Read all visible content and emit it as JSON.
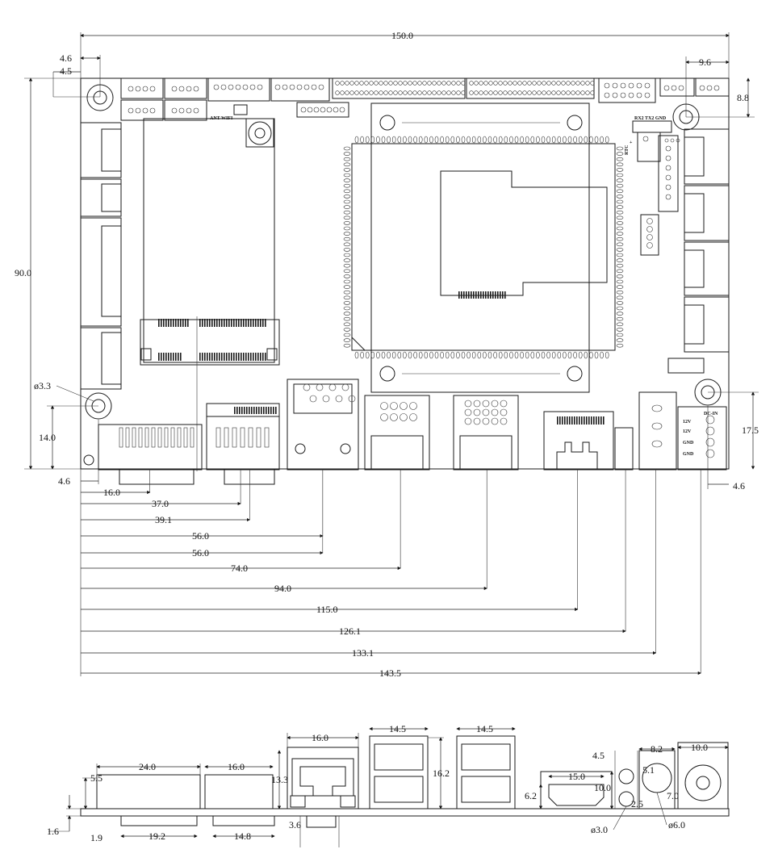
{
  "top_view": {
    "dims": {
      "width": "150.0",
      "height": "90.0",
      "left_margin_top": "4.6",
      "left_hole_offset": "4.5",
      "right_margin": "9.6",
      "right_hole_offset": "8.8",
      "hole_diameter": "ø3.3",
      "left_hole_height": "14.0",
      "right_hole_height": "17.5",
      "left_bottom_offset": "4.6",
      "right_bottom_offset": "4.6"
    },
    "bottom_dims": [
      "16.0",
      "37.0",
      "39.1",
      "56.0",
      "56.0",
      "74.0",
      "94.0",
      "115.0",
      "126.1",
      "133.1",
      "143.5"
    ],
    "labels": {
      "ant_wifi": "ANT WIFI",
      "rx_tx_gnd": "RX2 TX2 GND",
      "rtc": "RTC",
      "rtc_plus": "+",
      "dc_in": "DC-IN",
      "v12_a": "12V",
      "v12_b": "12V",
      "gnd_a": "GND",
      "gnd_b": "GND"
    }
  },
  "side_view": {
    "dims": {
      "thickness": "1.6",
      "h_5_5": "5.5",
      "w_24_0": "24.0",
      "w_16_0_b": "16.0",
      "h_13_3": "13.3",
      "w_16_0_rj": "16.0",
      "h_3_6": "3.6",
      "w_14_5_a": "14.5",
      "w_14_5_b": "14.5",
      "h_16_2": "16.2",
      "w_15_0": "15.0",
      "h_6_2": "6.2",
      "h_10_0": "10.0",
      "h_4_5": "4.5",
      "h_5_1": "5.1",
      "h_2_5": "2.5",
      "dia_3_0": "ø3.0",
      "w_8_2": "8.2",
      "h_7_0": "7.0",
      "dia_6_0": "ø6.0",
      "w_10_0": "10.0",
      "w_19_2": "19.2",
      "w_14_8": "14.8",
      "w_1_9": "1.9"
    }
  }
}
